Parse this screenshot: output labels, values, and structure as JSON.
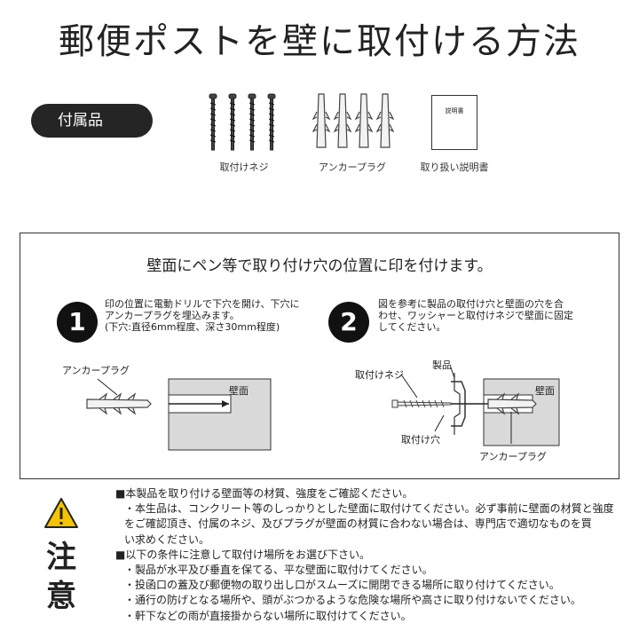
{
  "title": "郵便ポストを壁に取付ける方法",
  "accessories": {
    "label": "付属品",
    "items": [
      {
        "name": "取付けネジ",
        "icon": "screw-icon"
      },
      {
        "name": "アンカープラグ",
        "icon": "anchor-plug-icon"
      },
      {
        "name": "取り扱い説明書",
        "icon": "manual-icon",
        "cover_text": "説明書"
      }
    ]
  },
  "procedure": {
    "heading": "壁面にペン等で取り付け穴の位置に印を付けます。",
    "steps": [
      {
        "number": "1",
        "lines": [
          "印の位置に電動ドリルで下穴を開け、下穴に",
          "アンカープラグを埋込みます。",
          "(下穴:直径6mm程度、深さ30mm程度)"
        ],
        "diagram_labels": {
          "anchor": "アンカープラグ",
          "wall": "壁面"
        }
      },
      {
        "number": "2",
        "lines": [
          "図を参考に製品の取付け穴と壁面の穴を合",
          "わせ、ワッシャーと取付けネジで壁面に固定",
          "してください。"
        ],
        "diagram_labels": {
          "screw": "取付けネジ",
          "product": "製品",
          "wall": "壁面",
          "hole": "取付け穴",
          "anchor": "アンカープラグ"
        }
      }
    ]
  },
  "caution": {
    "chars": [
      "注",
      "意"
    ],
    "lines": [
      {
        "text": "■本製品を取り付ける壁面等の材質、強度をご確認ください。",
        "indent": false
      },
      {
        "text": "・本生品は、コンクリート等のしっかりとした壁面に取付けてください。必ず事前に壁面の材質と強度",
        "indent": true
      },
      {
        "text": "をご確認頂き、付属のネジ、及びプラグが壁面の材質に合わない場合は、専門店で適切なものを買",
        "indent": true
      },
      {
        "text": "い求めください。",
        "indent": true
      },
      {
        "text": "■以下の条件に注意して取付け場所をお選び下さい。",
        "indent": false
      },
      {
        "text": "・製品が水平及び垂直を保てる、平な壁面に取付けてください。",
        "indent": true
      },
      {
        "text": "・投函口の蓋及び郵便物の取り出し口がスムーズに開閉できる場所に取り付けてください。",
        "indent": true
      },
      {
        "text": "・通行の防げとなる場所や、頭がぶつかるような危険な場所や高さに取り付けないでください。",
        "indent": true
      },
      {
        "text": "・軒下などの雨が直接掛からない場所に取付けてください。",
        "indent": true
      }
    ]
  },
  "colors": {
    "warning_yellow": "#f5c400",
    "dark": "#222222"
  }
}
